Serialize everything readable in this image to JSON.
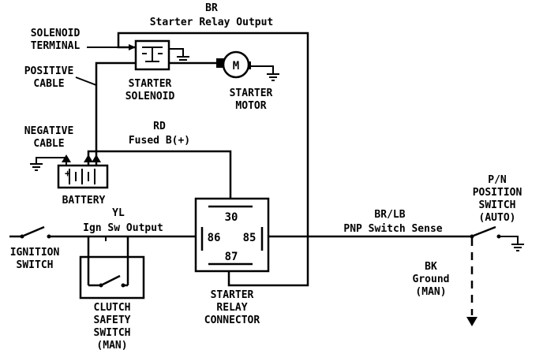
{
  "labels": {
    "br_color": "BR",
    "starter_relay_output": "Starter Relay Output",
    "solenoid_terminal_1": "SOLENOID",
    "solenoid_terminal_2": "TERMINAL",
    "positive_cable_1": "POSITIVE",
    "positive_cable_2": "CABLE",
    "starter_solenoid_1": "STARTER",
    "starter_solenoid_2": "SOLENOID",
    "motor_symbol": "M",
    "starter_motor_1": "STARTER",
    "starter_motor_2": "MOTOR",
    "negative_cable_1": "NEGATIVE",
    "negative_cable_2": "CABLE",
    "rd_color": "RD",
    "fused_b": "Fused B(+)",
    "battery": "BATTERY",
    "battery_symbol": "+",
    "yl_color": "YL",
    "ign_sw_output": "Ign Sw Output",
    "pin_30": "30",
    "pin_86": "86",
    "pin_85": "85",
    "pin_87": "87",
    "br_lb_color": "BR/LB",
    "pnp_switch_sense": "PNP Switch Sense",
    "pn_switch_1": "P/N",
    "pn_switch_2": "POSITION",
    "pn_switch_3": "SWITCH",
    "pn_switch_4": "(AUTO)",
    "ignition_switch_1": "IGNITION",
    "ignition_switch_2": "SWITCH",
    "bk_color": "BK",
    "ground_1": "Ground",
    "ground_2": "(MAN)",
    "starter_relay_1": "STARTER",
    "starter_relay_2": "RELAY",
    "starter_relay_3": "CONNECTOR",
    "clutch_1": "CLUTCH",
    "clutch_2": "SAFETY",
    "clutch_3": "SWITCH",
    "clutch_4": "(MAN)"
  }
}
